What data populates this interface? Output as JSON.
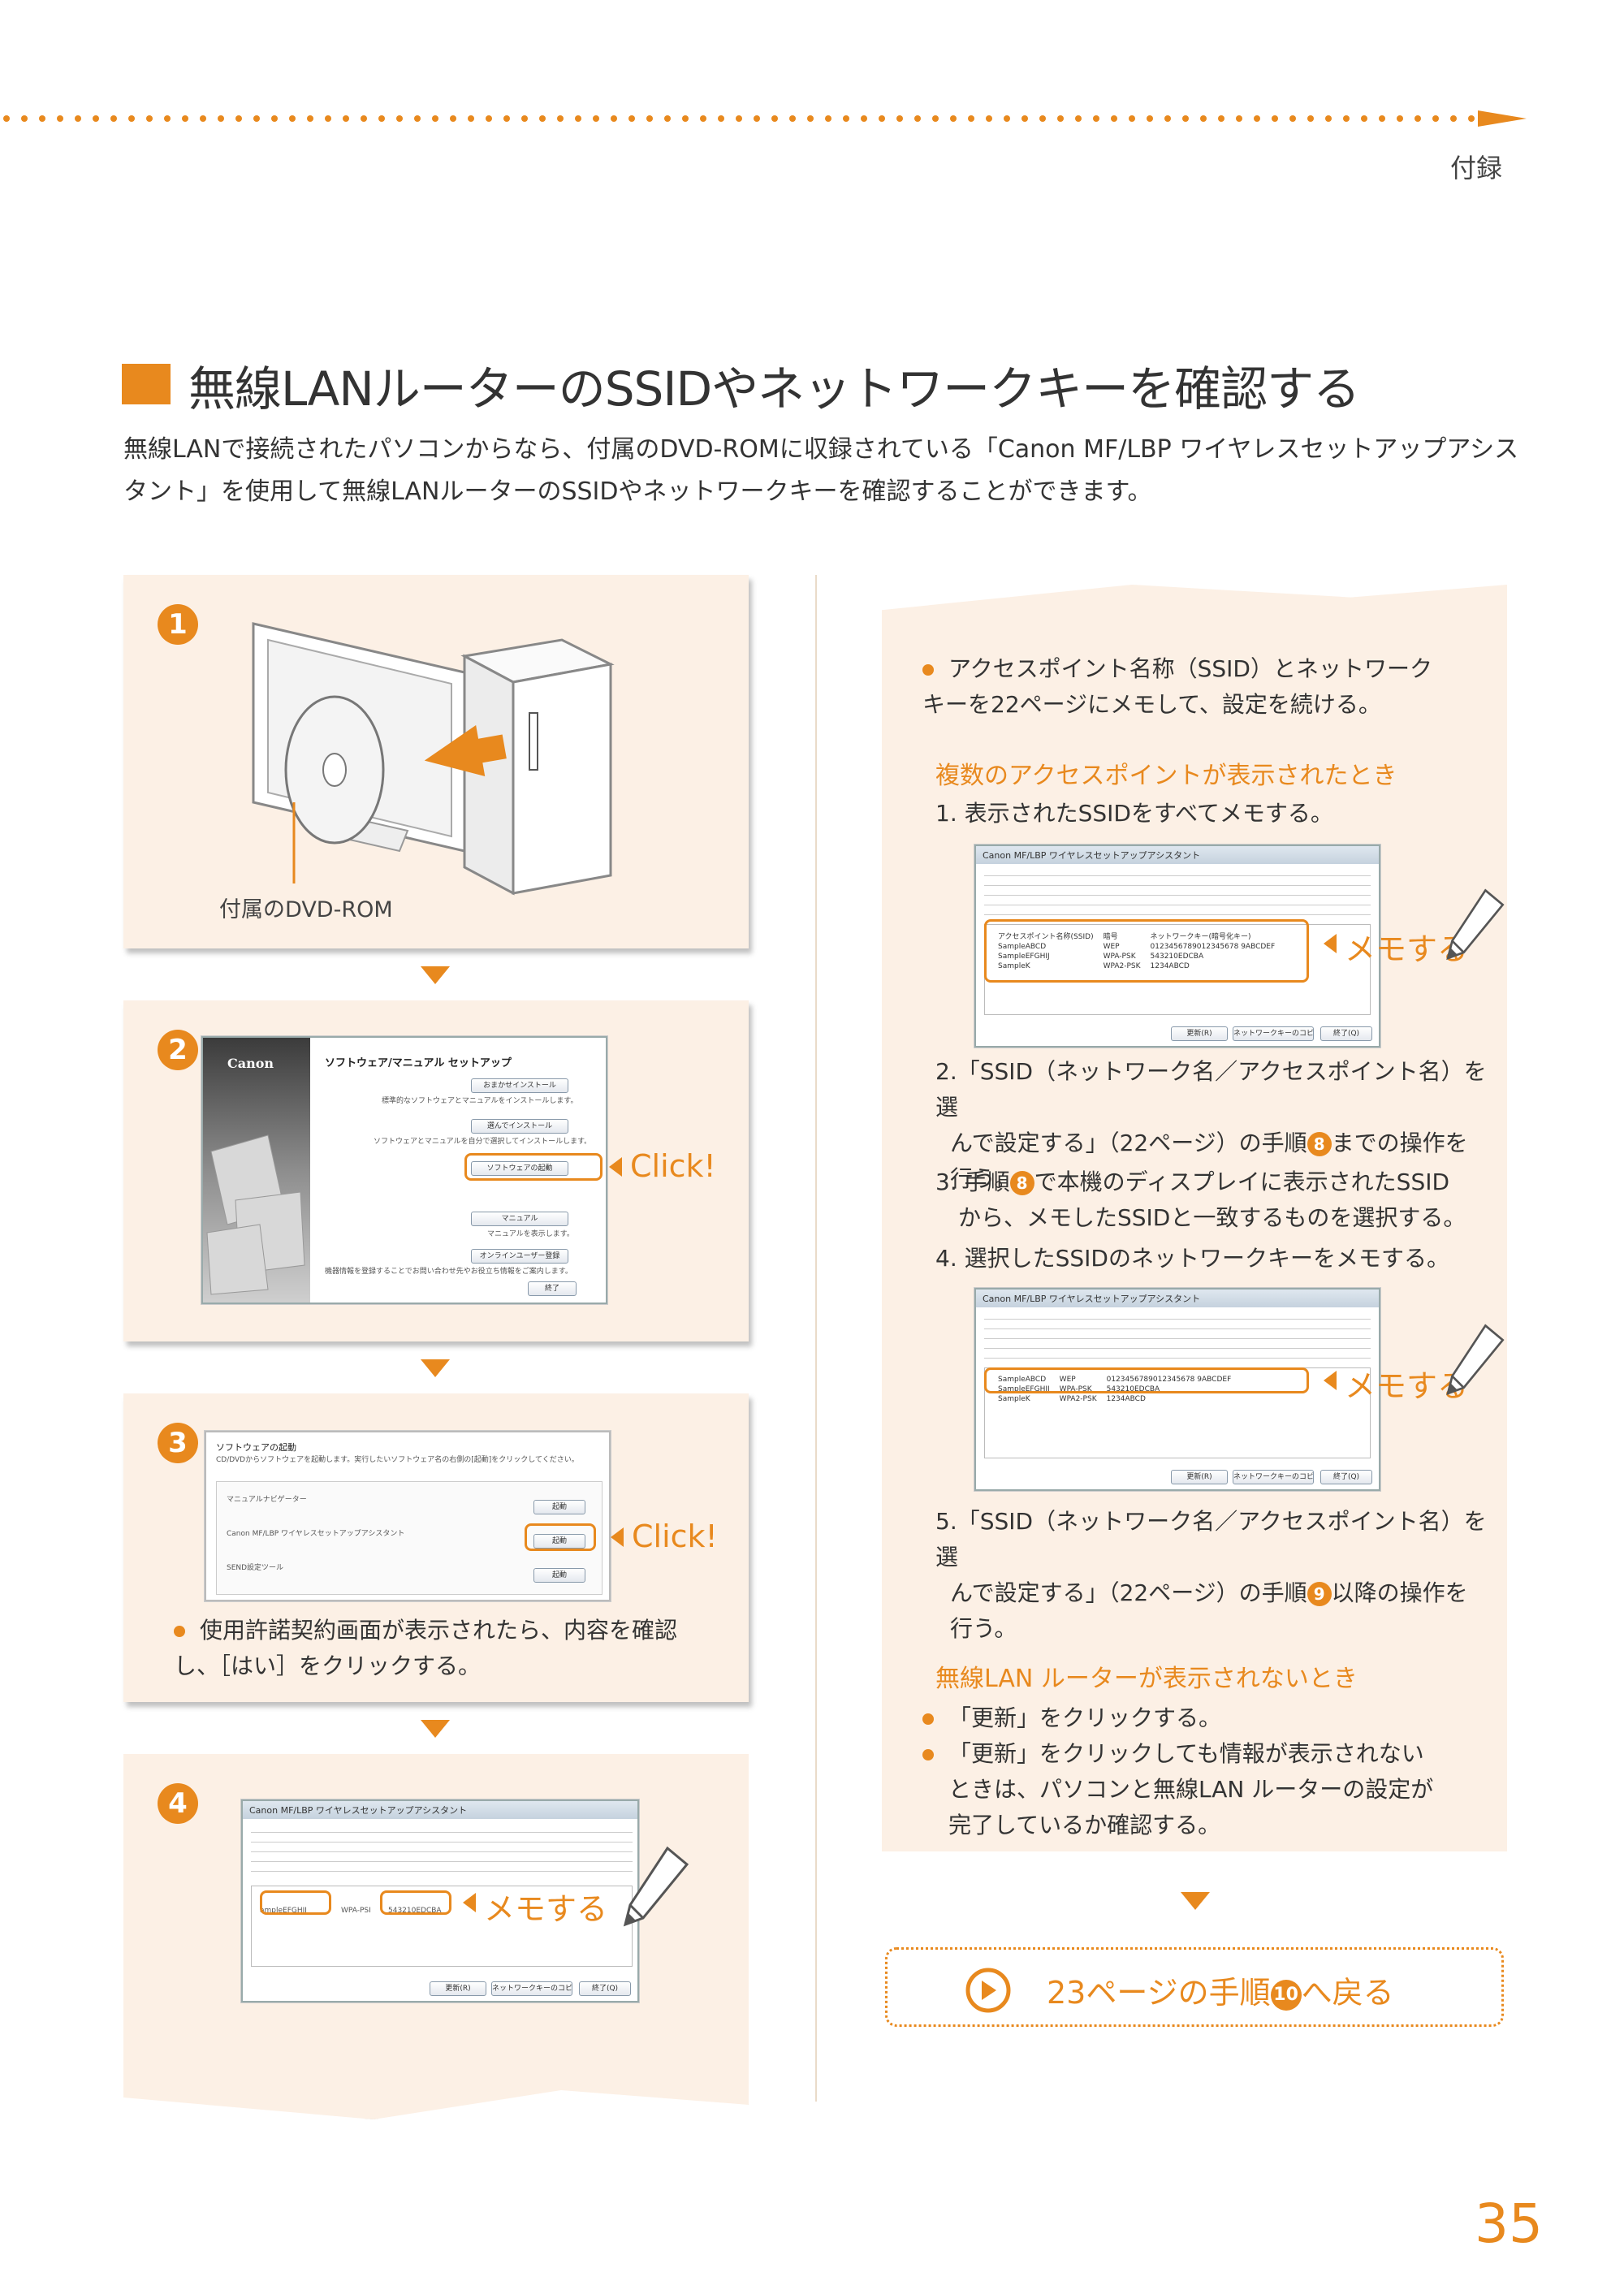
{
  "section_label": "付録",
  "heading": "無線LANルーターのSSIDやネットワークキーを確認する",
  "intro": "無線LANで接続されたパソコンからなら、付属のDVD-ROMに収録されている「Canon MF/LBP ワイヤレスセットアップアシスタント」を使用して無線LANルーターのSSIDやネットワークキーを確認することができます。",
  "colors": {
    "accent": "#e8891e",
    "panel_bg": "#fcf0e5"
  },
  "steps": [
    {
      "num": "1",
      "caption": "付属のDVD-ROM"
    },
    {
      "num": "2",
      "brand": "Canon",
      "window_title": "ソフトウェア/マニュアル セットアップ",
      "buttons": [
        {
          "label": "おまかせインストール",
          "desc": "標準的なソフトウェアとマニュアルをインストールします。"
        },
        {
          "label": "選んでインストール",
          "desc": "ソフトウェアとマニュアルを自分で選択してインストールします。"
        },
        {
          "label": "ソフトウェアの起動",
          "desc": ""
        },
        {
          "label": "マニュアル",
          "desc": "マニュアルを表示します。"
        },
        {
          "label": "オンラインユーザー登録",
          "desc": "機器情報を登録することでお問い合わせ先やお役立ち情報をご案内します。"
        },
        {
          "label": "終了",
          "desc": ""
        }
      ],
      "callout": "Click!"
    },
    {
      "num": "3",
      "window_title": "ソフトウェアの起動",
      "window_desc": "CD/DVDからソフトウェアを起動します。実行したいソフトウェア名の右側の[起動]をクリックしてください。",
      "rows": [
        {
          "text": "マニュアルナビゲーター",
          "button": "起動"
        },
        {
          "text": "Canon MF/LBP ワイヤレスセットアップアシスタント",
          "button": "起動"
        },
        {
          "text": "SEND設定ツール",
          "button": "起動"
        }
      ],
      "callout": "Click!",
      "note": "使用許諾契約画面が表示されたら、内容を確認し、［はい］をクリックする。"
    },
    {
      "num": "4",
      "window_title": "Canon MF/LBP ワイヤレスセットアップアシスタント",
      "row": {
        "ssid": "ampleEFGHIJ",
        "type": "WPA-PSI",
        "key": "543210EDCBA"
      },
      "callout": "メモする"
    }
  ],
  "right_panel": {
    "bullet": "アクセスポイント名称（SSID）とネットワークキーを22ページにメモして、設定を続ける。",
    "multiple_heading": "複数のアクセスポイントが表示されたとき",
    "item1": "1. 表示されたSSIDをすべてメモする。",
    "window_title": "Canon MF/LBP ワイヤレスセットアップアシスタント",
    "table_headers": [
      "アクセスポイント名称(SSID)",
      "暗号",
      "ネットワークキー(暗号化キー)"
    ],
    "table_rows": [
      [
        "SampleABCD",
        "WEP",
        "0123456789012345678 9ABCDEF"
      ],
      [
        "SampleEFGHIJ",
        "WPA-PSK",
        "543210EDCBA"
      ],
      [
        "SampleK",
        "WPA2-PSK",
        "1234ABCD"
      ]
    ],
    "window_buttons": [
      "更新(R)",
      "ネットワークキーのコピー",
      "終了(Q)"
    ],
    "callout": "メモする",
    "item2_a": "2.「SSID（ネットワーク名／アクセスポイント名）を選",
    "item2_b": "んで設定する」（22ページ）の手順",
    "item2_num": "8",
    "item2_c": "までの操作を行う。",
    "item3_a": "3. 手順",
    "item3_num": "8",
    "item3_b": "で本機のディスプレイに表示されたSSID",
    "item3_c": "から、メモしたSSIDと一致するものを選択する。",
    "item4": "4. 選択したSSIDのネットワークキーをメモする。",
    "item5_a": "5.「SSID（ネットワーク名／アクセスポイント名）を選",
    "item5_b": "んで設定する」（22ページ）の手順",
    "item5_num": "9",
    "item5_c": "以降の操作を行う。",
    "no_router_heading": "無線LAN ルーターが表示されないとき",
    "no_router_bullets": [
      "「更新」をクリックする。",
      "「更新」をクリックしても情報が表示されないときは、パソコンと無線LAN ルーターの設定が完了しているか確認する。"
    ]
  },
  "return_link": {
    "text": "23ページの手順",
    "num": "10",
    "suffix": "へ戻る"
  },
  "page_number": "35"
}
